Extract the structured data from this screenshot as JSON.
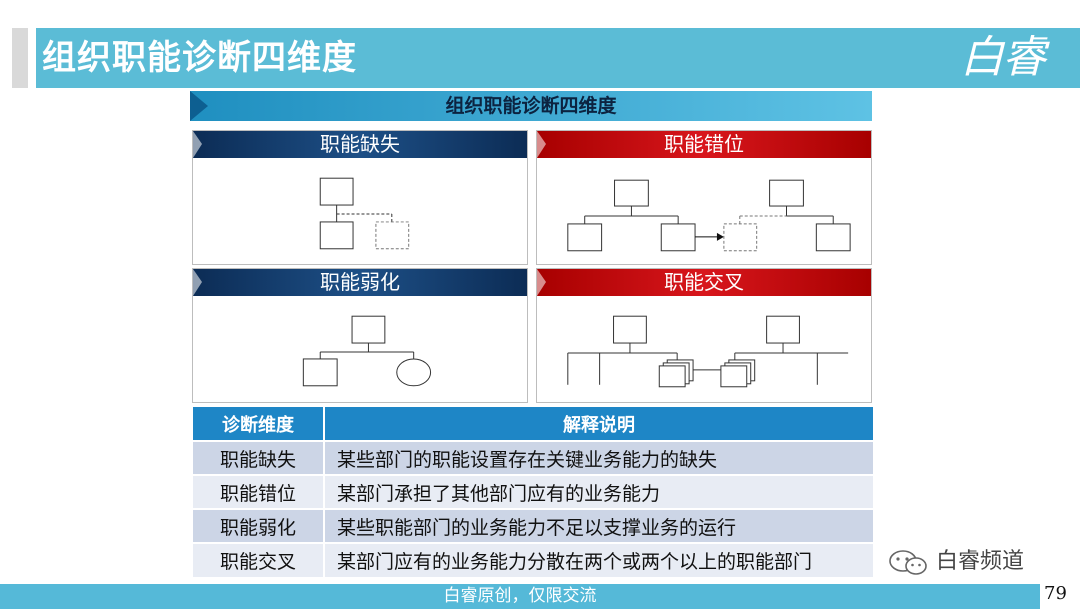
{
  "slide": {
    "title": "组织职能诊断四维度",
    "logo_text": "白睿",
    "subtitle": "组织职能诊断四维度"
  },
  "panels": [
    {
      "id": "missing",
      "label": "职能缺失",
      "color": "#1d4f86"
    },
    {
      "id": "misplaced",
      "label": "职能错位",
      "color": "#d8161c"
    },
    {
      "id": "weak",
      "label": "职能弱化",
      "color": "#1d4f86"
    },
    {
      "id": "overlap",
      "label": "职能交叉",
      "color": "#d8161c"
    }
  ],
  "table": {
    "headers": [
      "诊断维度",
      "解释说明"
    ],
    "rows": [
      {
        "dimension": "职能缺失",
        "description": "某些部门的职能设置存在关键业务能力的缺失"
      },
      {
        "dimension": "职能错位",
        "description": "某部门承担了其他部门应有的业务能力"
      },
      {
        "dimension": "职能弱化",
        "description": "某些职能部门的业务能力不足以支撑业务的运行"
      },
      {
        "dimension": "职能交叉",
        "description": "某部门应有的业务能力分散在两个或两个以上的职能部门"
      }
    ]
  },
  "watermark": {
    "name": "白睿频道",
    "icon": "wechat-icon"
  },
  "footer": {
    "text": "白睿原创，仅限交流",
    "page_number": "79"
  },
  "colors": {
    "header": "#5bbcd6",
    "table_header": "#1e86c6",
    "footer": "#55b9d8"
  }
}
